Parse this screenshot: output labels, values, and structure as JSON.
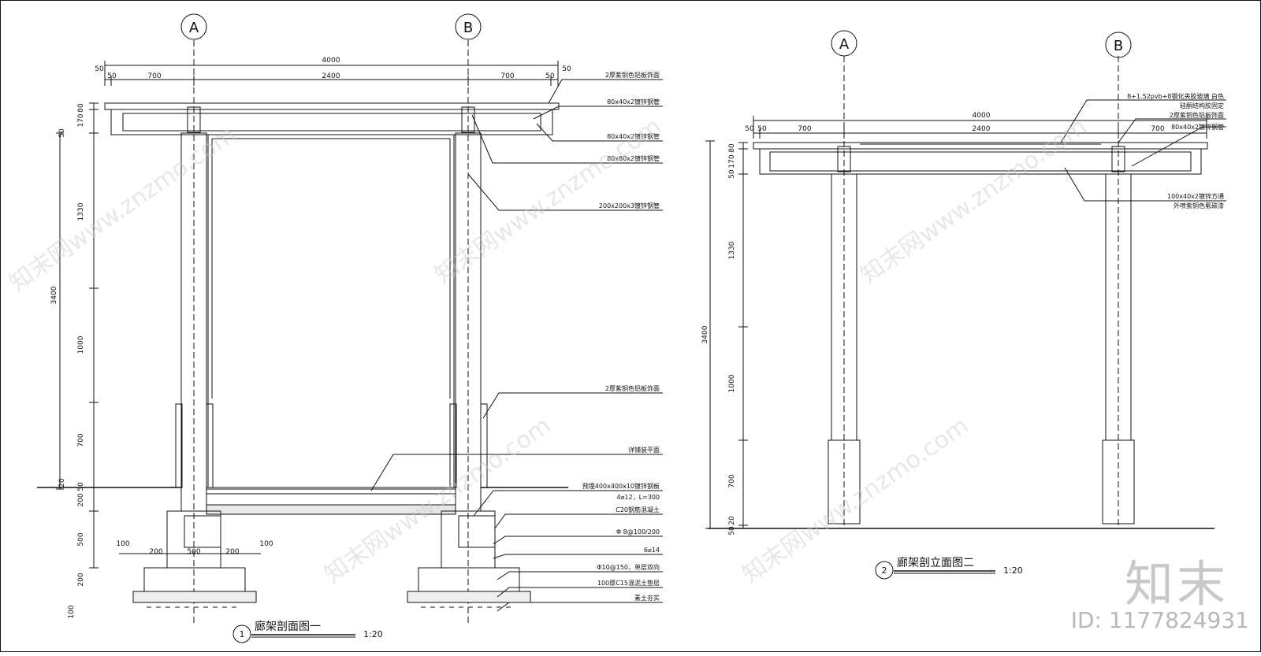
{
  "drawing1": {
    "title": "廊架剖面图一",
    "number": "1",
    "scale": "1:20",
    "axes": [
      "A",
      "B"
    ],
    "dims_top": {
      "total": "4000",
      "left_overhang": "50",
      "right_overhang": "50",
      "left_span": "700",
      "mid_span": "2400",
      "right_span": "700",
      "left_small": "50",
      "right_small": "50"
    },
    "dims_left": {
      "d80": "80",
      "d170": "170",
      "d50": "50",
      "d1330": "1330",
      "d3400": "3400",
      "d1000": "1000",
      "d700": "700",
      "d20": "20",
      "d50b": "50",
      "d200": "200",
      "d500": "500",
      "d200b": "200",
      "d100": "100"
    },
    "dims_footing": {
      "l100": "100",
      "l200": "200",
      "w500": "500",
      "r200": "200",
      "r100": "100"
    },
    "notes": [
      "2厚紫铜色铝板饰面",
      "80x40x2镀锌钢管",
      "80x40x2镀锌钢管",
      "80x80x2镀锌钢管",
      "200x200x3镀锌钢管",
      "2厚紫铜色铝板饰面",
      "详铺装平面",
      "预埋400x400x10镀锌钢板",
      "4⌀12，L=300",
      "C20钢筋混凝土",
      "Φ 8@100/200",
      "6⌀14",
      "Φ10@150，单层双向",
      "100厚C15混泥土垫层",
      "素土夯实"
    ]
  },
  "drawing2": {
    "title": "廊架剖立面图二",
    "number": "2",
    "scale": "1:20",
    "axes": [
      "A",
      "B"
    ],
    "dims_top": {
      "total": "4000",
      "left_small": "50",
      "left_small2": "50",
      "left_span": "700",
      "mid_span": "2400",
      "right_span": "700"
    },
    "dims_left": {
      "d80": "80",
      "d170": "170",
      "d50": "50",
      "d1330": "1330",
      "d3400": "3400",
      "d1000": "1000",
      "d700": "700",
      "d20": "20",
      "d50b": "50"
    },
    "notes": [
      "8+1.52pvb+8钢化夹胶玻璃 白色",
      "硅酮结构胶固定",
      "2厚紫铜色铝板饰面",
      "80x40x2镀锌钢管",
      "100x40x2镀锌方通",
      "外喷紫铜色氟碳漆"
    ]
  },
  "watermark": "知末网www.znzmo.com",
  "brand": "知末",
  "id_label": "ID: 1177824931"
}
